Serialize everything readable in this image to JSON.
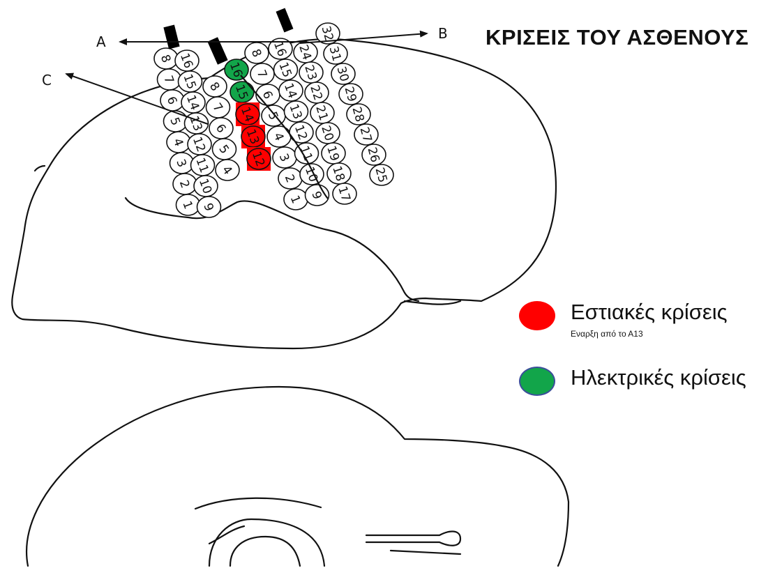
{
  "title": "ΚΡΙΣΕΙΣ ΤΟΥ ΑΣΘΕΝΟΥΣ",
  "arrows": [
    {
      "label": "A"
    },
    {
      "label": "B"
    },
    {
      "label": "C"
    }
  ],
  "strips": [
    {
      "labels": [
        "8",
        "7",
        "6",
        "5",
        "4",
        "3",
        "2",
        "1"
      ]
    },
    {
      "labels": [
        "16",
        "15",
        "14",
        "13",
        "12",
        "11",
        "10",
        "9"
      ]
    },
    {
      "labels": [
        "8",
        "7",
        "6",
        "5",
        "4"
      ]
    },
    {
      "labels": [
        "16",
        "15",
        "14",
        "13",
        "12"
      ],
      "highlights": {
        "16": "green",
        "15": "green",
        "14": "red",
        "13": "red",
        "12": "red"
      }
    },
    {
      "labels": [
        "8",
        "7",
        "6",
        "5",
        "4",
        "3",
        "2",
        "1"
      ]
    },
    {
      "labels": [
        "16",
        "15",
        "14",
        "13",
        "12",
        "11",
        "10",
        "9"
      ]
    },
    {
      "labels": [
        "24",
        "23",
        "22",
        "21",
        "20",
        "19",
        "18",
        "17"
      ]
    },
    {
      "labels": [
        "32",
        "31",
        "30",
        "29",
        "28",
        "27",
        "26",
        "25"
      ]
    }
  ],
  "legend": {
    "focal": {
      "label": "Εστιακές κρίσεις",
      "note": "Εναρξη από το Α13",
      "color": "#ff0000"
    },
    "electrical": {
      "label": "Ηλεκτρικές κρίσεις",
      "color": "#12a54a",
      "border": "#3b4f9a"
    }
  },
  "colors": {
    "red": "#ff0000",
    "green": "#12a54a",
    "line": "#111111"
  }
}
